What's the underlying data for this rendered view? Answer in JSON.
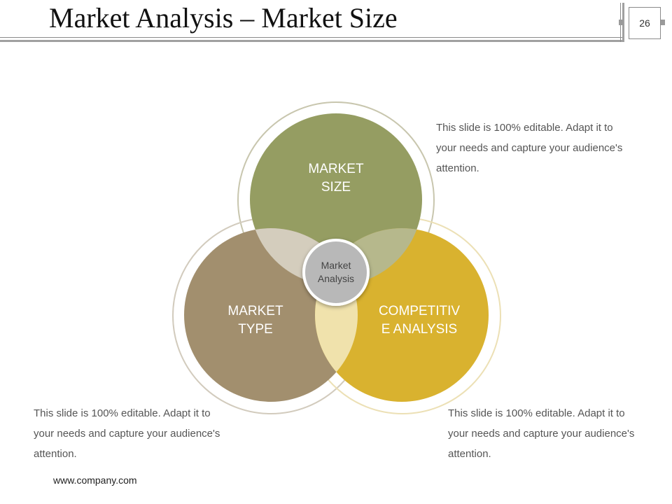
{
  "header": {
    "title": "Market Analysis – Market Size",
    "page_number": "26"
  },
  "diagram": {
    "top_circle": "MARKET\nSIZE",
    "left_circle": "MARKET\nTYPE",
    "right_circle": "COMPETITIV\nE ANALYSIS",
    "center": "Market\nAnalysis",
    "colors": {
      "top": "#959d62",
      "left": "#a28f6e",
      "right": "#d9b22f",
      "overlap_top_left": "#d4cdbd",
      "overlap_top_right": "#b6b88c",
      "overlap_left_right": "#f0e2ac",
      "center": "#b8b8b8"
    }
  },
  "descriptions": {
    "top_right": "This slide is 100% editable. Adapt it to\nyour needs and capture your audience's\nattention.",
    "bottom_left": "This slide is 100% editable. Adapt it to\nyour needs and capture your audience's\nattention.",
    "bottom_right": "This slide is 100% editable. Adapt it to\nyour needs and capture your audience's\nattention."
  },
  "footer": {
    "website": "www.company.com"
  }
}
